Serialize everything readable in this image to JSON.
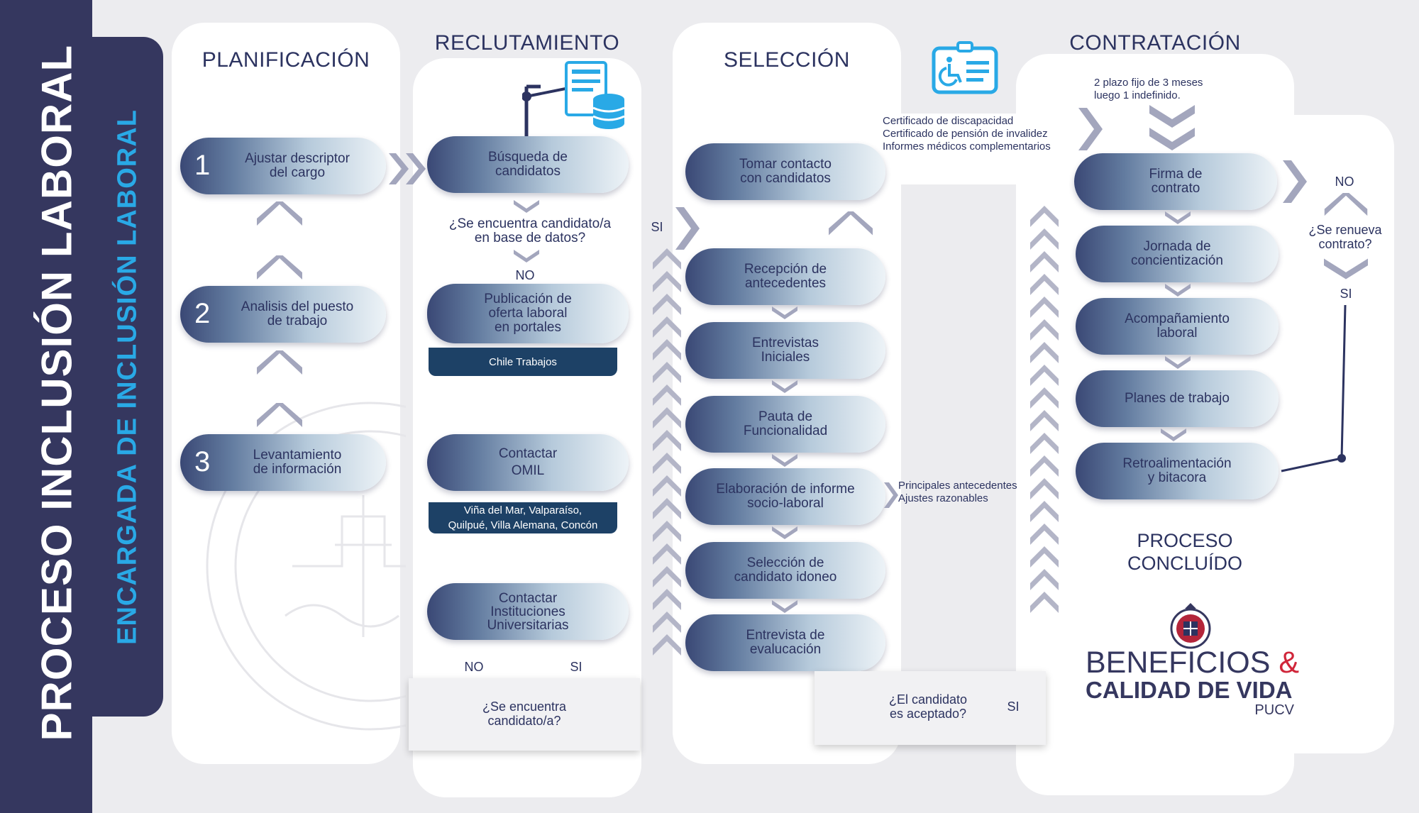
{
  "sidebar": {
    "main_title": "PROCESO INCLUSIÓN LABORAL",
    "sub_title_a": "ENCARGADA DE ",
    "sub_title_b": "INCLUSIÓN LABORAL"
  },
  "columns": {
    "planificacion": {
      "title": "PLANIFICACIÓN",
      "steps": [
        {
          "num": "1",
          "label": "Ajustar descriptor\ndel cargo"
        },
        {
          "num": "2",
          "label": "Analisis del puesto\nde trabajo"
        },
        {
          "num": "3",
          "label": "Levantamiento\nde información"
        }
      ]
    },
    "reclutamiento": {
      "title": "RECLUTAMIENTO",
      "busqueda": "Búsqueda de\ncandidatos",
      "question_db": "¿Se encuentra candidato/a\nen base de datos?",
      "no_label": "NO",
      "publicacion": "Publicación de\noferta laboral\nen portales",
      "chile_trabajos": "Chile Trabajos",
      "omil": "Contactar\nOMIL",
      "omil_places": "Viña del Mar, Valparaíso,\nQuilpué, Villa Alemana, Concón",
      "universidades": "Contactar\nInstituciones\nUniversitarias",
      "bottom_no": "NO",
      "bottom_si": "SI",
      "question_found": "¿Se encuentra\ncandidato/a?"
    },
    "seleccion": {
      "title": "SELECCIÓN",
      "si_label": "SI",
      "steps": [
        "Tomar contacto\ncon candidatos",
        "Recepción de\nantecedentes",
        "Entrevistas\nIniciales",
        "Pauta de\nFuncionalidad",
        "Elaboración de informe\nsocio-laboral",
        "Selección de\ncandidato idoneo",
        "Entrevista de\nevalucación"
      ],
      "informe_notes": "Principales antecedentes\nAjustes razonables",
      "question_accepted": "¿El candidato\nes aceptado?",
      "accepted_si": "SI"
    },
    "contratacion": {
      "title": "CONTRATACIÓN",
      "documents": "Certificado de discapacidad\nCertificado de pensión de invalidez\nInformes médicos complementarios",
      "plazo_note": "2 plazo fijo de 3 meses\nluego 1 indefinido.",
      "steps": [
        "Firma de\ncontrato",
        "Jornada de\nconcientización",
        "Acompañamiento\nlaboral",
        "Planes de trabajo",
        "Retroalimentación\ny bitacora"
      ],
      "no_label": "NO",
      "question_renew": "¿Se renueva\ncontrato?",
      "si_label": "SI",
      "concluded": "PROCESO\nCONCLUÍDO"
    }
  },
  "brand": {
    "line1": "BENEFICIOS",
    "amp": "&",
    "line2": "CALIDAD DE VIDA",
    "line3": "PUCV",
    "amp_color": "#d0263a",
    "accent": "#29a9e6",
    "navy": "#35375f"
  }
}
